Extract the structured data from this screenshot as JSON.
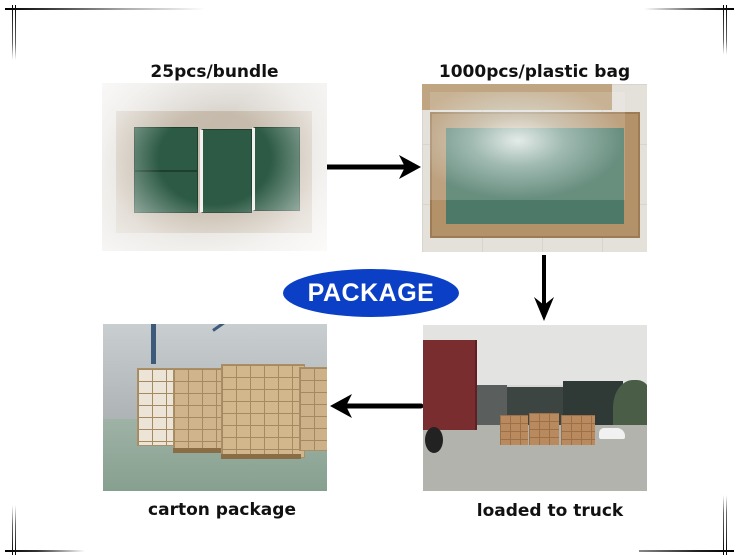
{
  "steps": [
    {
      "caption": "25pcs/bundle",
      "photo": "green bundles of masks in plastic-lined carton"
    },
    {
      "caption": "1000pcs/plastic bag",
      "photo": "carton containing large plastic bag of masks"
    },
    {
      "caption": "loaded to truck",
      "photo": "pallets of cartons beside shipping container truck"
    },
    {
      "caption": "carton package",
      "photo": "palletized cartons stacked in warehouse"
    }
  ],
  "badge": {
    "label": "PACKAGE",
    "color": "#0b3fc6"
  },
  "arrows": [
    {
      "from": "25pcs/bundle",
      "to": "1000pcs/plastic bag",
      "direction": "right"
    },
    {
      "from": "1000pcs/plastic bag",
      "to": "loaded to truck",
      "direction": "down"
    },
    {
      "from": "loaded to truck",
      "to": "carton package",
      "direction": "left"
    }
  ],
  "colors": {
    "background": "#ffffff",
    "caption_text": "#111111",
    "arrow": "#000000"
  }
}
